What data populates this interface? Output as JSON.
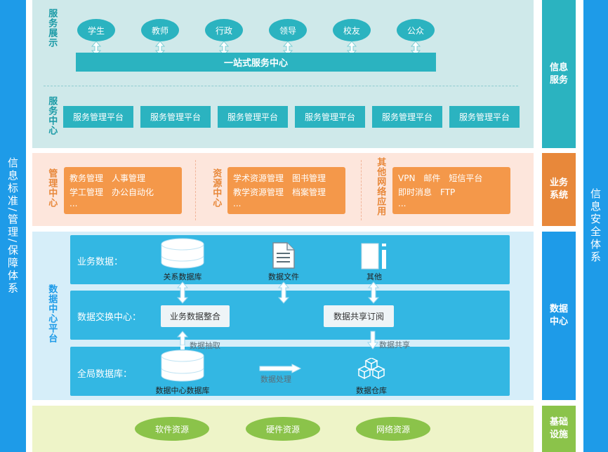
{
  "left_bar": {
    "label": "信息标准/管理/保障体系"
  },
  "right_bar": {
    "label": "信息安全体系"
  },
  "side_tags": {
    "info_service": "信息服务",
    "business": "业务系统",
    "data_center": "数据中心",
    "infrastructure": "基础设施"
  },
  "service": {
    "display_label": "服务展示",
    "users": [
      "学生",
      "教师",
      "行政",
      "领导",
      "校友",
      "公众"
    ],
    "one_stop": "一站式服务中心",
    "center_label": "服务中心",
    "platforms": [
      "服务管理平台",
      "服务管理平台",
      "服务管理平台",
      "服务管理平台",
      "服务管理平台",
      "服务管理平台"
    ]
  },
  "business": {
    "mgmt_label": "管理中心",
    "mgmt_lines": [
      "教务管理　人事管理",
      "学工管理　办公自动化",
      "..."
    ],
    "res_label": "资源中心",
    "res_lines": [
      "学术资源管理　图书管理",
      "教学资源管理　档案管理",
      "..."
    ],
    "other_label": "其他网络应用",
    "other_lines": [
      "VPN　邮件　短信平台",
      "即时消息　FTP",
      "..."
    ]
  },
  "data": {
    "platform_label": "数据中心平台",
    "biz_data": "业务数据：",
    "relational_db": "关系数据库",
    "data_file": "数据文件",
    "other": "其他",
    "exchange": "数据交换中心：",
    "integration": "业务数据整合",
    "share_sub": "数据共享订阅",
    "extract": "数据抽取",
    "share": "数据共享",
    "global_db": "全局数据库：",
    "center_db": "数据中心数据库",
    "processing": "数据处理",
    "warehouse": "数据仓库"
  },
  "infra": {
    "items": [
      "软件资源",
      "硬件资源",
      "网络资源"
    ]
  },
  "colors": {
    "blue": "#1e9be8",
    "teal": "#2bb3c0",
    "orange": "#f4984a",
    "green": "#8bc34a"
  }
}
